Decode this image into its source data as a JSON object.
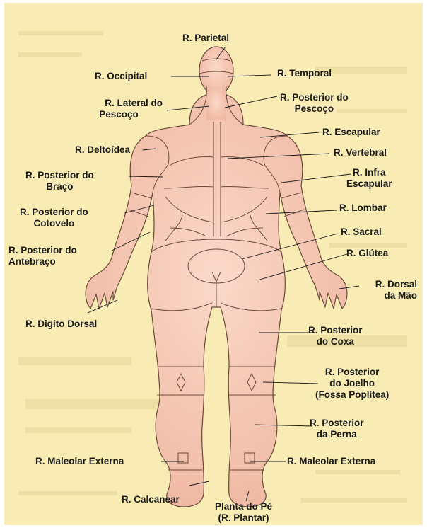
{
  "labels": {
    "parietal": "R. Parietal",
    "occipital": "R. Occipital",
    "temporal": "R. Temporal",
    "lateral_pescoco": [
      "R. Lateral do",
      "Pescoço"
    ],
    "posterior_pescoco": [
      "R. Posterior do",
      "Pescoço"
    ],
    "escapular": "R. Escapular",
    "deltoidea": "R. Deltoídea",
    "vertebral": "R. Vertebral",
    "posterior_braco": [
      "R. Posterior do",
      "Braço"
    ],
    "infra_escapular": [
      "R. Infra",
      "Escapular"
    ],
    "lombar": "R. Lombar",
    "posterior_cotovelo": [
      "R. Posterior do",
      "Cotovelo"
    ],
    "sacral": "R. Sacral",
    "posterior_antebraco": [
      "R. Posterior do",
      "Antebraço"
    ],
    "glutea": "R. Glútea",
    "dorsal_mao": [
      "R. Dorsal",
      "da Mão"
    ],
    "digito_dorsal": "R. Digito Dorsal",
    "posterior_coxa": [
      "R. Posterior",
      "do Coxa"
    ],
    "posterior_joelho": [
      "R. Posterior",
      "do Joelho",
      "(Fossa Poplítea)"
    ],
    "posterior_perna": [
      "R. Posterior",
      "da Perna"
    ],
    "maleolar_externa_left": "R. Maleolar Externa",
    "maleolar_externa_right": "R. Maleolar Externa",
    "calcanear": "R. Calcanear",
    "planta_pe": [
      "Planta do Pé",
      "(R. Plantar)"
    ]
  },
  "colors": {
    "background": "#f8ecb4",
    "skin": "#f6c8b4",
    "skin_shade": "#e9a991",
    "outline": "#6b4a3c",
    "text": "#1b1b1b"
  }
}
